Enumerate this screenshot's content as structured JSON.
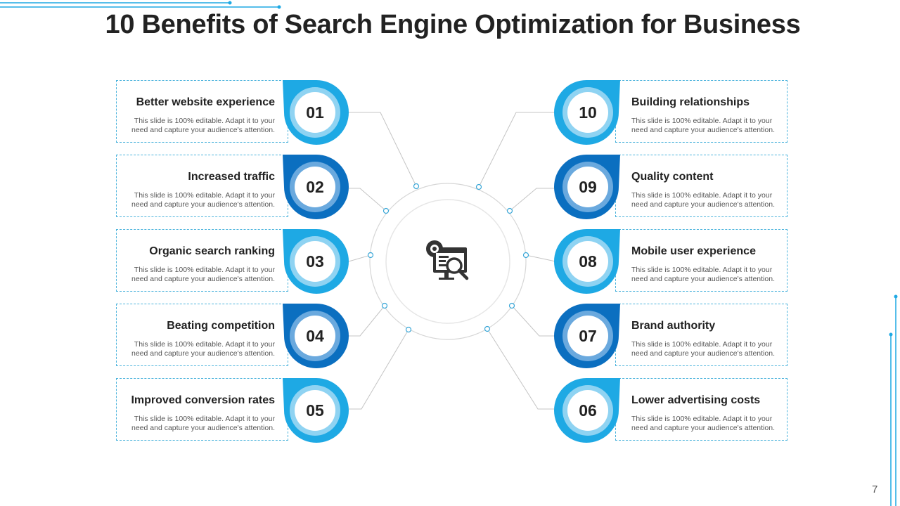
{
  "title": "10 Benefits of Search Engine Optimization for Business",
  "page_number": "7",
  "center_icon": "seo-monitor-magnifier-gear-icon",
  "colors": {
    "light_blue": "#1ea9e4",
    "dark_blue": "#0b6fc0",
    "ring_light": "#8fd3f2",
    "ring_dark": "#6aa9de",
    "box_border": "#4bb3dc",
    "connector": "#c4c4c4"
  },
  "items": [
    {
      "number": "01",
      "heading": "Better website experience",
      "description": "This slide is 100% editable.  Adapt it to your need and capture your audience's attention."
    },
    {
      "number": "02",
      "heading": "Increased traffic",
      "description": "This slide is 100% editable.  Adapt it to your need and capture your audience's attention."
    },
    {
      "number": "03",
      "heading": "Organic search ranking",
      "description": "This slide is 100% editable.  Adapt it to your need and capture your audience's attention."
    },
    {
      "number": "04",
      "heading": "Beating competition",
      "description": "This slide is 100% editable.  Adapt it to your need and capture your audience's attention."
    },
    {
      "number": "05",
      "heading": "Improved conversion rates",
      "description": "This slide is 100% editable.  Adapt it to your need and capture your audience's attention."
    },
    {
      "number": "06",
      "heading": "Lower advertising costs",
      "description": "This slide is 100% editable.  Adapt it to your need and capture your audience's attention."
    },
    {
      "number": "07",
      "heading": "Brand authority",
      "description": "This slide is 100% editable.  Adapt it to your need and capture your audience's attention."
    },
    {
      "number": "08",
      "heading": "Mobile user experience",
      "description": "This slide is 100% editable.  Adapt it to your need and capture your audience's attention."
    },
    {
      "number": "09",
      "heading": "Quality  content",
      "description": "This slide is 100% editable.  Adapt it to your need and capture your audience's attention."
    },
    {
      "number": "10",
      "heading": "Building relationships",
      "description": "This slide is 100% editable.  Adapt it to your need and capture your audience's attention."
    }
  ]
}
